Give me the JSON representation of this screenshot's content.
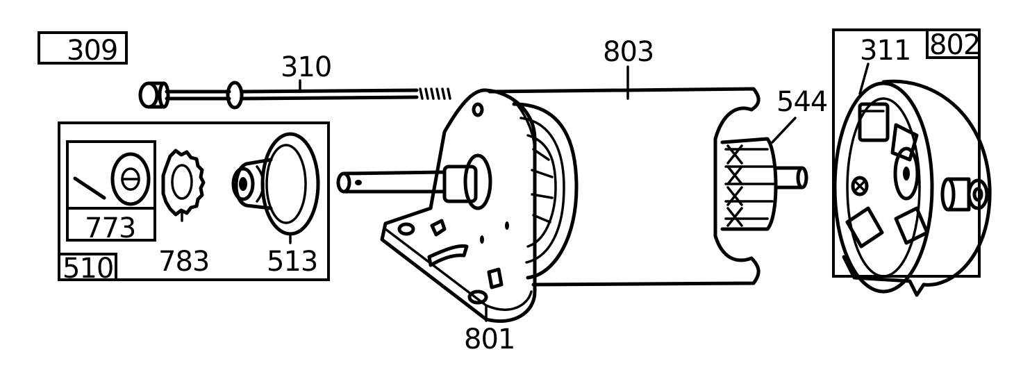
{
  "parts": {
    "p309": "309",
    "p310": "310",
    "p803": "803",
    "p311": "311",
    "p802": "802",
    "p544": "544",
    "p773": "773",
    "p783": "783",
    "p513": "513",
    "p510": "510",
    "p801": "801"
  },
  "colors": {
    "ink": "#000000",
    "paper": "#ffffff"
  }
}
